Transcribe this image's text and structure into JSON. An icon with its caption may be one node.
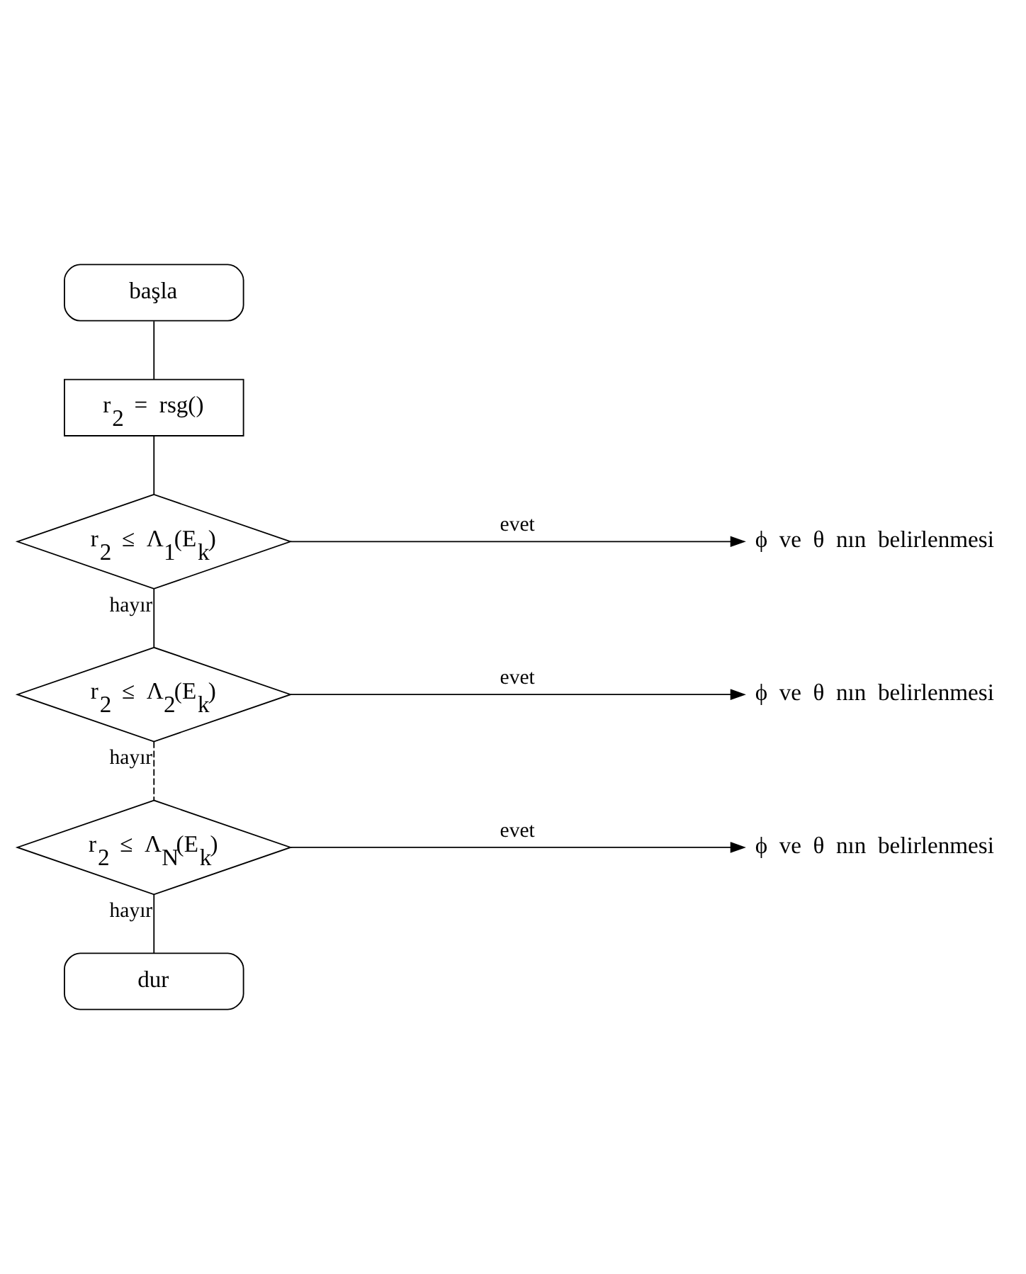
{
  "diagram": {
    "nodes": [
      {
        "text": [
          "başla"
        ]
      },
      {
        "text": [
          "r$_{2}$ = rsg()"
        ]
      },
      {
        "text": [
          "r$_{2}$ ≤ Λ$_{1}$(E$_{k}$)"
        ]
      },
      {
        "text": [
          "ϕ ve θ nın belirlenmesi"
        ]
      },
      {
        "text": [
          "r$_{2}$ ≤ Λ$_{2}$(E$_{k}$)"
        ]
      },
      {
        "text": [
          "ϕ ve θ nın belirlenmesi"
        ]
      },
      {
        "text": [
          "r$_{2}$ ≤ Λ$_{N}$(E$_{k}$)"
        ]
      },
      {
        "text": [
          "ϕ ve θ nın belirlenmesi"
        ]
      },
      {
        "text": [
          "dur"
        ]
      }
    ],
    "edges": [
      {
        "from": 0,
        "to": 1,
        "arrow": "none"
      },
      {
        "from": 1,
        "to": 2,
        "arrow": "none"
      },
      {
        "from": 2,
        "to": 3,
        "arrow": "to",
        "label": "evet"
      },
      {
        "from": 2,
        "to": 4,
        "arrow": "none",
        "label": "hayır"
      },
      {
        "from": 4,
        "to": 5,
        "arrow": "to",
        "label": "evet"
      },
      {
        "from": 4,
        "to": 6,
        "arrow": "none",
        "label": "hayır",
        "style": "dashed"
      },
      {
        "from": 6,
        "to": 7,
        "arrow": "to",
        "label": "evet"
      },
      {
        "from": 6,
        "to": 8,
        "arrow": "none",
        "label": "hayır"
      }
    ]
  }
}
